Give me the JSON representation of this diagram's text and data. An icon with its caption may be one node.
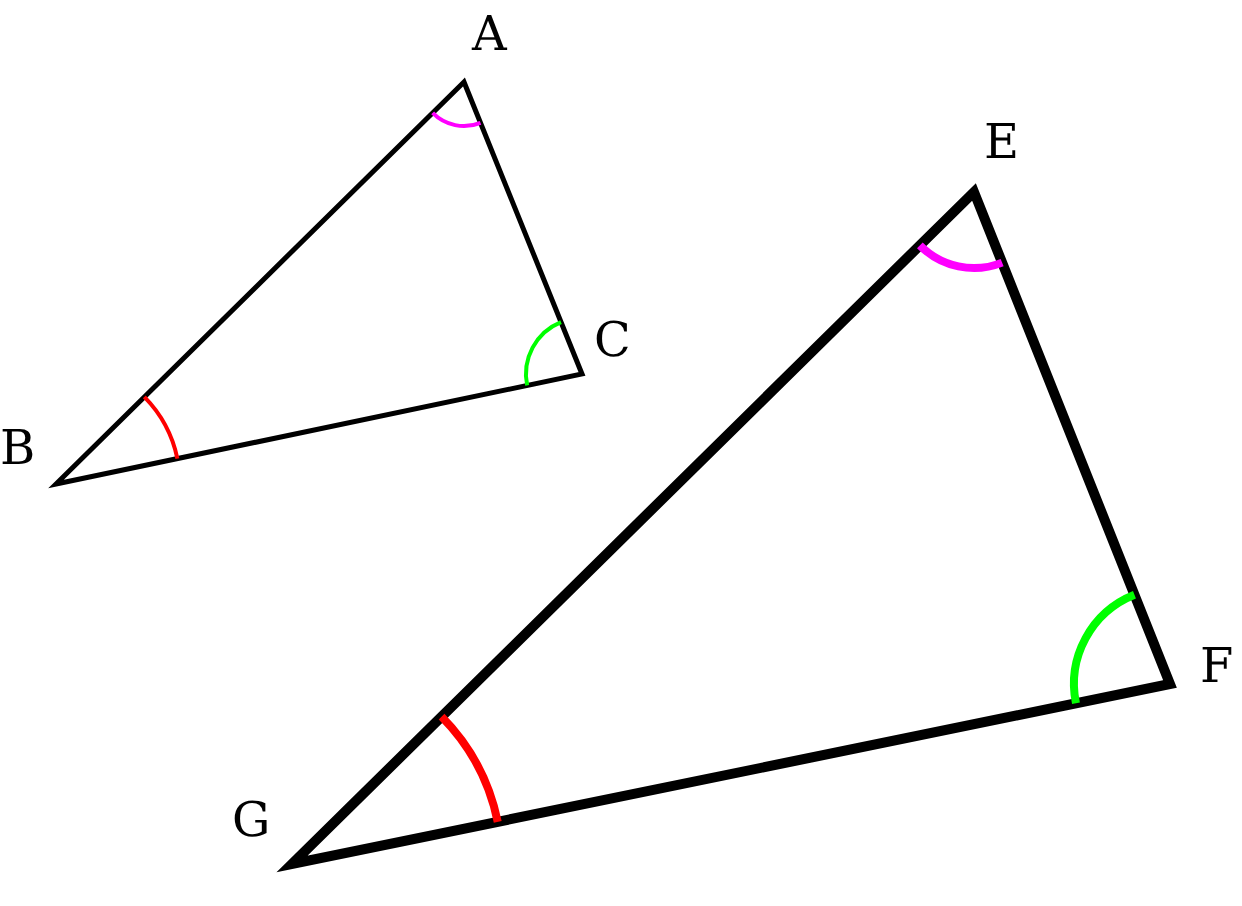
{
  "diagram": {
    "labels": [
      "A",
      "E",
      "C",
      "B",
      "F",
      "G"
    ]
  }
}
